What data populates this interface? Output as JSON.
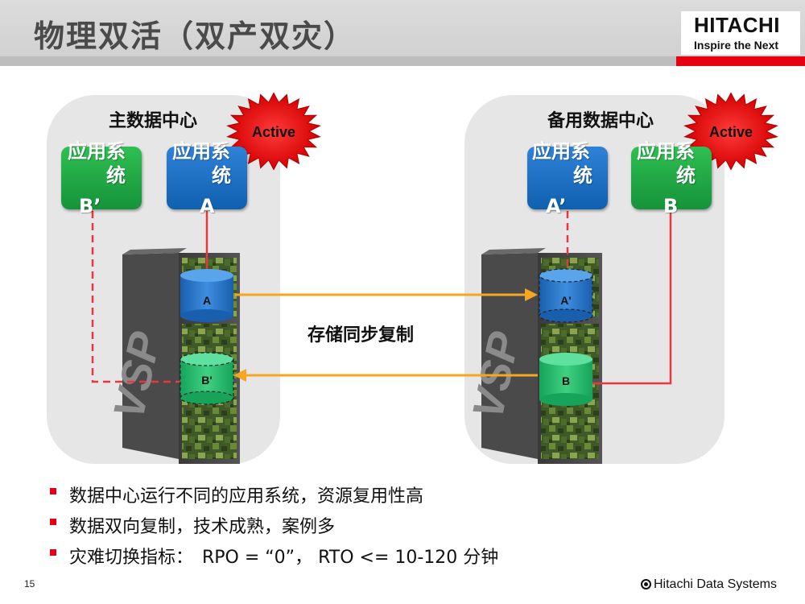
{
  "title": "物理双活（双产双灾）",
  "logo": {
    "brand": "HITACHI",
    "tagline": "Inspire the Next"
  },
  "primary_dc": {
    "label": "主数据中心",
    "badge": "Active",
    "apps": [
      {
        "line1": "应用系",
        "line2": "统",
        "line3": "B’",
        "color": "#22a845"
      },
      {
        "line1": "应用系",
        "line2": "统",
        "line3": "A",
        "color": "#1f6fc4"
      }
    ],
    "server_brand": "VSP",
    "volumes": [
      {
        "label": "A",
        "color": "#1f6fc4",
        "style": "solid"
      },
      {
        "label": "B'",
        "color": "#2cc06a",
        "style": "dashed"
      }
    ]
  },
  "standby_dc": {
    "label": "备用数据中心",
    "badge": "Active",
    "apps": [
      {
        "line1": "应用系",
        "line2": "统",
        "line3": "A’",
        "color": "#1f6fc4"
      },
      {
        "line1": "应用系",
        "line2": "统",
        "line3": "B",
        "color": "#22a845"
      }
    ],
    "server_brand": "VSP",
    "volumes": [
      {
        "label": "A'",
        "color": "#1f6fc4",
        "style": "dashed"
      },
      {
        "label": "B",
        "color": "#2cc06a",
        "style": "solid"
      }
    ]
  },
  "replication_label": "存储同步复制",
  "bullets": [
    "数据中心运行不同的应用系统，资源复用性高",
    "数据双向复制，技术成熟，案例多",
    "灾难切换指标：　RPO = “0”， RTO <= 10-120 分钟"
  ],
  "page_number": "15",
  "footer": "Hitachi Data Systems",
  "colors": {
    "accent_red": "#e60012",
    "arrow_orange": "#f5a623",
    "link_red": "#e8383d"
  }
}
